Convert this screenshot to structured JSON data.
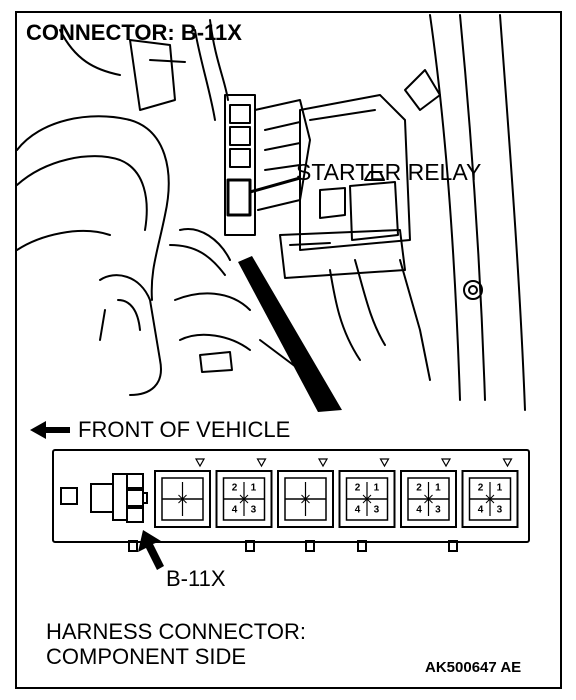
{
  "title": "CONNECTOR: B-11X",
  "callout_label": "STARTER RELAY",
  "front_label": "FRONT OF VEHICLE",
  "connector_label": "B-11X",
  "harness_label_line1": "HARNESS CONNECTOR:",
  "harness_label_line2": "COMPONENT SIDE",
  "figure_code": "AK500647 AE",
  "relay_slots": [
    {
      "pins": []
    },
    {
      "pins": [
        "2",
        "1",
        "4",
        "3"
      ]
    },
    {
      "pins": []
    },
    {
      "pins": [
        "2",
        "1",
        "4",
        "3"
      ]
    },
    {
      "pins": [
        "2",
        "1",
        "4",
        "3"
      ]
    },
    {
      "pins": [
        "2",
        "1",
        "4",
        "3"
      ]
    }
  ]
}
